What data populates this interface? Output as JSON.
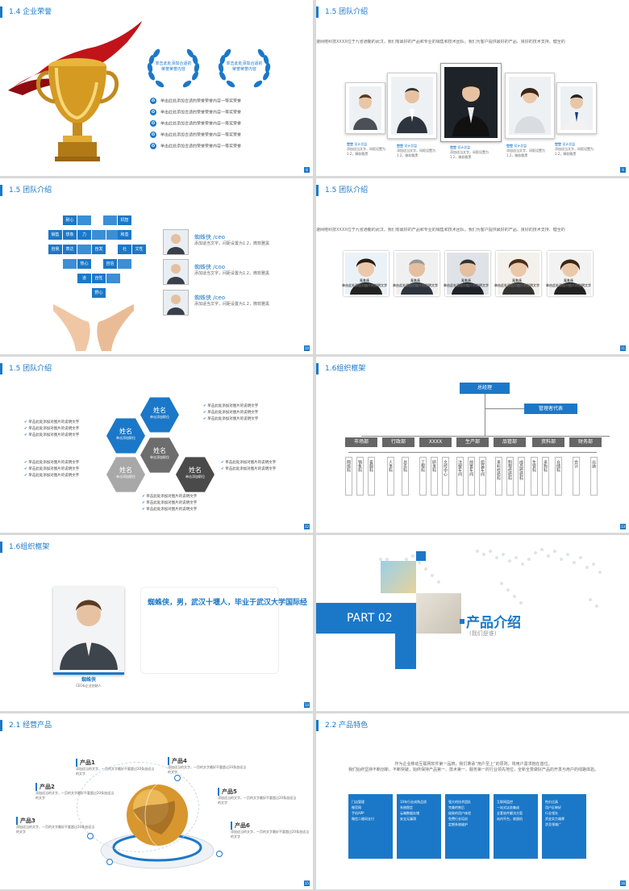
{
  "slide1": {
    "title": "1.4 企业荣誉",
    "laurel1": "单击此处添加合适的荣誉荣誉内容",
    "laurel2": "单击此处添加合适的荣誉荣誉内容",
    "rows": [
      "单击此处添加合适的荣誉荣誉内容一等奖荣誉",
      "单击此处添加合适的荣誉荣誉内容一等奖荣誉",
      "单击此处添加合适的荣誉荣誉内容一等奖荣誉",
      "单击此处添加合适的荣誉荣誉内容一等奖荣誉",
      "单击此处添加合适的荣誉荣誉内容一等奖荣誉"
    ],
    "page": "8"
  },
  "slide2": {
    "title": "1.5 团队介绍",
    "intro": "速网络科技XXXX位于九省通衢的武汉，我们有最好的产品和专业的销售和技术团队，我们为客户提供最好的产品、良好的技术支持、健全的",
    "captions": [
      {
        "name": "空空",
        "role": "设计总监",
        "desc": "添加适当文字，间距设置为1.2，微软雅黑"
      },
      {
        "name": "空空",
        "role": "设计总监",
        "desc": "添加适当文字，间距设置为1.2，微软雅黑"
      },
      {
        "name": "空空",
        "role": "设计总监",
        "desc": "添加适当文字，间距设置为1.2，微软雅黑"
      },
      {
        "name": "空空",
        "role": "设计总监",
        "desc": "添加适当文字，间距设置为1.2，微软雅黑"
      },
      {
        "name": "空空",
        "role": "设计总监",
        "desc": "添加适当文字，间距设置为1.2，微软雅黑"
      }
    ],
    "page": "9"
  },
  "slide3": {
    "title": "1.5 团队介绍",
    "cells": [
      "耐心",
      "机智",
      "销售",
      "想象",
      "力",
      "和善",
      "自我",
      "表达",
      "自发",
      "社",
      "文性",
      "热心",
      "自信",
      "道",
      "自性",
      "野心"
    ],
    "people": [
      {
        "name": "蜘蛛侠 /ceo",
        "desc": "添加适当文字，间距设置为1.2，微软雅黑"
      },
      {
        "name": "蜘蛛侠 /coo",
        "desc": "添加适当文字，间距设置为1.2，微软雅黑"
      },
      {
        "name": "蜘蛛侠 /ceo",
        "desc": "添加适当文字，间距设置为1.2，微软雅黑"
      }
    ],
    "page": "10"
  },
  "slide4": {
    "title": "1.5 团队介绍",
    "intro": "速网络科技XXXX位于九省通衢的武汉，我们有最好的产品和专业的销售和技术团队，我们为客户提供最好的产品、良好的技术支持、健全的",
    "people": [
      {
        "name": "无名氏",
        "desc": "单击此处添加对图片的说明文字"
      },
      {
        "name": "无名氏",
        "desc": "单击此处添加对图片的说明文字"
      },
      {
        "name": "无名氏",
        "desc": "单击此处添加对图片的说明文字"
      },
      {
        "name": "无名氏",
        "desc": "单击此处添加对图片的说明文字"
      },
      {
        "name": "无名氏",
        "desc": "单击此处添加对图片的说明文字"
      }
    ],
    "page": "11"
  },
  "slide5": {
    "title": "1.5 团队介绍",
    "hex_name": "姓名",
    "hex_desc": "单击添加职位",
    "check": "单击此处添加对图片的说明文字",
    "page": "12"
  },
  "slide6": {
    "title": "1.6组织框架",
    "top": "总经理",
    "rep": "管理者代表",
    "depts": [
      "市场部",
      "行政部",
      "XXXX",
      "生产部",
      "品管部",
      "资料部",
      "财务部"
    ],
    "subs": [
      "网络科",
      "销售科",
      "客服科",
      "人事科",
      "总务科",
      "工程科",
      "研发科",
      "文控中心",
      "注塑车间",
      "前置车间",
      "组装车间",
      "来料检验科",
      "制程检验科",
      "成品检验科",
      "生管科",
      "采购科",
      "仓储科",
      "会计",
      "出纳"
    ],
    "page": "13"
  },
  "slide7": {
    "title": "1.6组织框架",
    "bio": "蜘蛛侠，男，武汉十堰人，毕业于武汉大学国际经",
    "name": "蜘蛛侠",
    "role": "CEO&企业创始人",
    "page": "14"
  },
  "slide8": {
    "part": "PART 02",
    "heading": "产品介绍",
    "sub": "(我们是谁)"
  },
  "slide9": {
    "title": "2.1 经营产品",
    "products": [
      {
        "name": "产品1",
        "desc": "添加适当的文字，一页的文字最好不要超过20条加适当的文字"
      },
      {
        "name": "产品2",
        "desc": "添加适当的文字，一页的文字最好不要超过20条加适当的文字"
      },
      {
        "name": "产品3",
        "desc": "添加适当的文字，一页的文字最好不要超过20条加适当的文字"
      },
      {
        "name": "产品4",
        "desc": "添加适当的文字，一页的文字最好不要超过20条加适当的文字"
      },
      {
        "name": "产品5",
        "desc": "添加适当的文字，一页的文字最好不要超过20条加适当的文字"
      },
      {
        "name": "产品6",
        "desc": "添加适当的文字，一页的文字最好不要超过20条加适当的文字"
      }
    ],
    "page": "15"
  },
  "slide10": {
    "title": "2.2 产品特色",
    "intro1": "作为企业移动互联网软件第一品牌，我们秉承“用户至上”的原则，将用户需求抱在首位。",
    "intro2": "我们始终坚持不断创新、不断突破，始终保持产品第一、技术第一、服务第一的行业领先地位，全新全意做好产品的开发与用户的线路体验。",
    "cols": [
      [
        "门店管理",
        "微官网",
        "手机APP",
        "微信二维码支付"
      ],
      [
        "10年行业成熟品质",
        "系统稳定",
        "云端数据存储",
        "安全无漏洞"
      ],
      [
        "强大的技术团队",
        "完美的售后",
        "极致的用户体验",
        "免费行业培训",
        "定期系统维护"
      ],
      [
        "互联网监控",
        "一站式店务集成",
        "全套软件解决方案",
        "站内平台，收银机"
      ],
      [
        "性价比高",
        "用户反映好",
        "行业领先",
        "资金实力雄厚",
        "涉及领域广"
      ]
    ],
    "page": "16"
  }
}
